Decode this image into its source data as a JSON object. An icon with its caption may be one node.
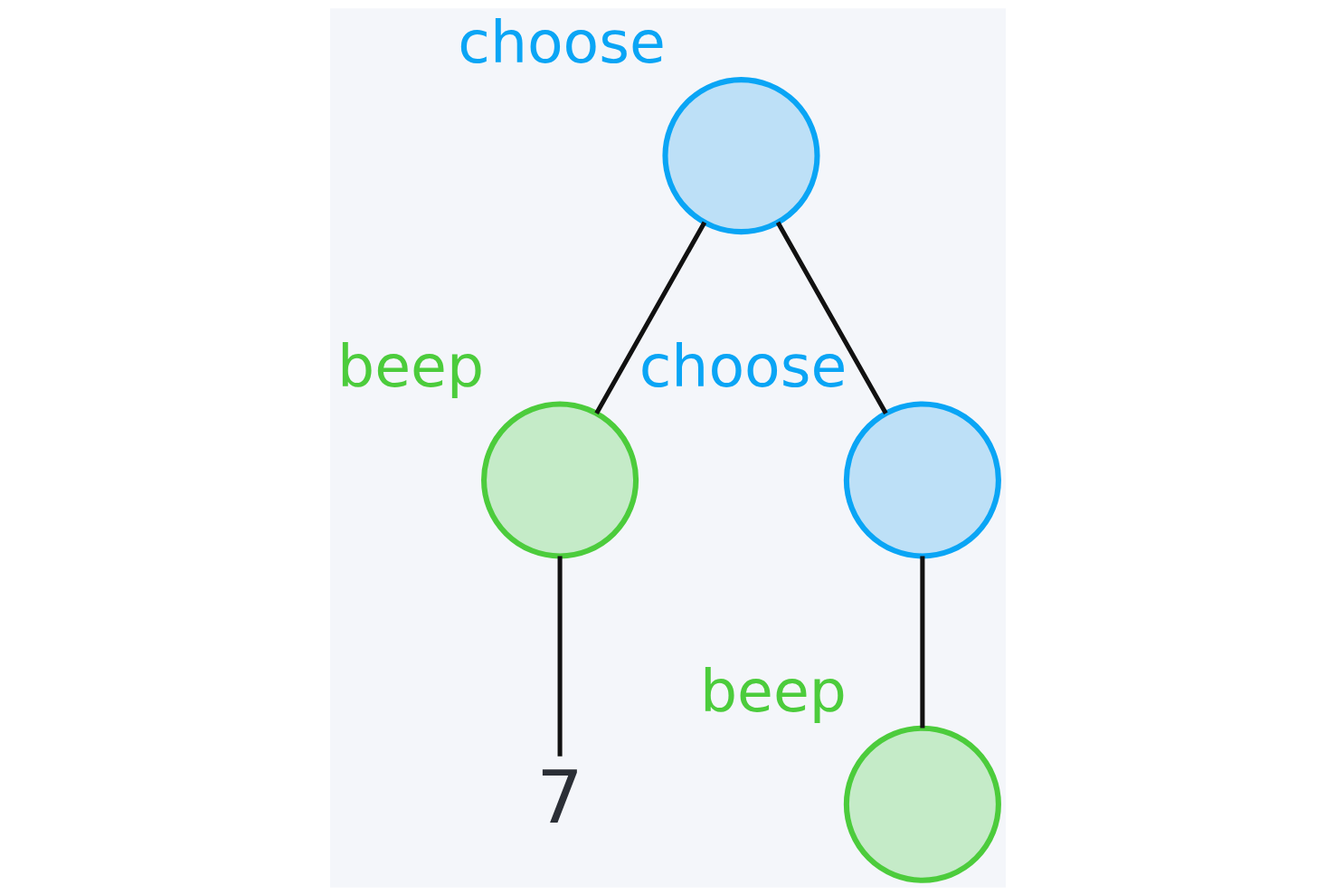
{
  "diagram": {
    "nodes": [
      {
        "text": [],
        "shape": "circle",
        "beside": [
          "choose"
        ]
      },
      {
        "text": [],
        "shape": "circle",
        "beside": [
          "beep"
        ]
      },
      {
        "text": [],
        "shape": "circle",
        "beside": [
          "choose"
        ]
      },
      {
        "text": [
          "7"
        ]
      },
      {
        "text": [],
        "shape": "circle",
        "beside": [
          "beep"
        ]
      }
    ],
    "edges": [
      {
        "from": 0,
        "to": 1,
        "arrow": "none"
      },
      {
        "from": 0,
        "to": 2,
        "arrow": "none"
      },
      {
        "from": 1,
        "to": 3,
        "arrow": "none"
      },
      {
        "from": 2,
        "to": 4,
        "arrow": "none"
      }
    ]
  }
}
